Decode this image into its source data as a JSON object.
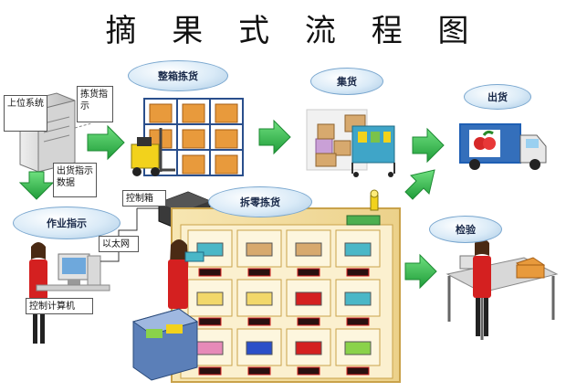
{
  "title": "摘 果 式 流 程 图",
  "stages": {
    "whole_box_picking": "整箱拣货",
    "consolidation": "集货",
    "shipping": "出货",
    "piece_picking": "拆零拣货",
    "work_instruction": "作业指示",
    "inspection": "检验"
  },
  "labels": {
    "upper_system": "上位系统",
    "picking_instruction": "拣货指示",
    "shipping_instruction_data": "出货指示数据",
    "control_box": "控制箱",
    "ethernet": "以太网",
    "control_computer": "控制计算机"
  },
  "colors": {
    "arrow_green": "#2db84a",
    "rack_wood": "#f3dca0",
    "rack_frame": "#d9b85a",
    "truck_blue": "#1e5fb4"
  }
}
